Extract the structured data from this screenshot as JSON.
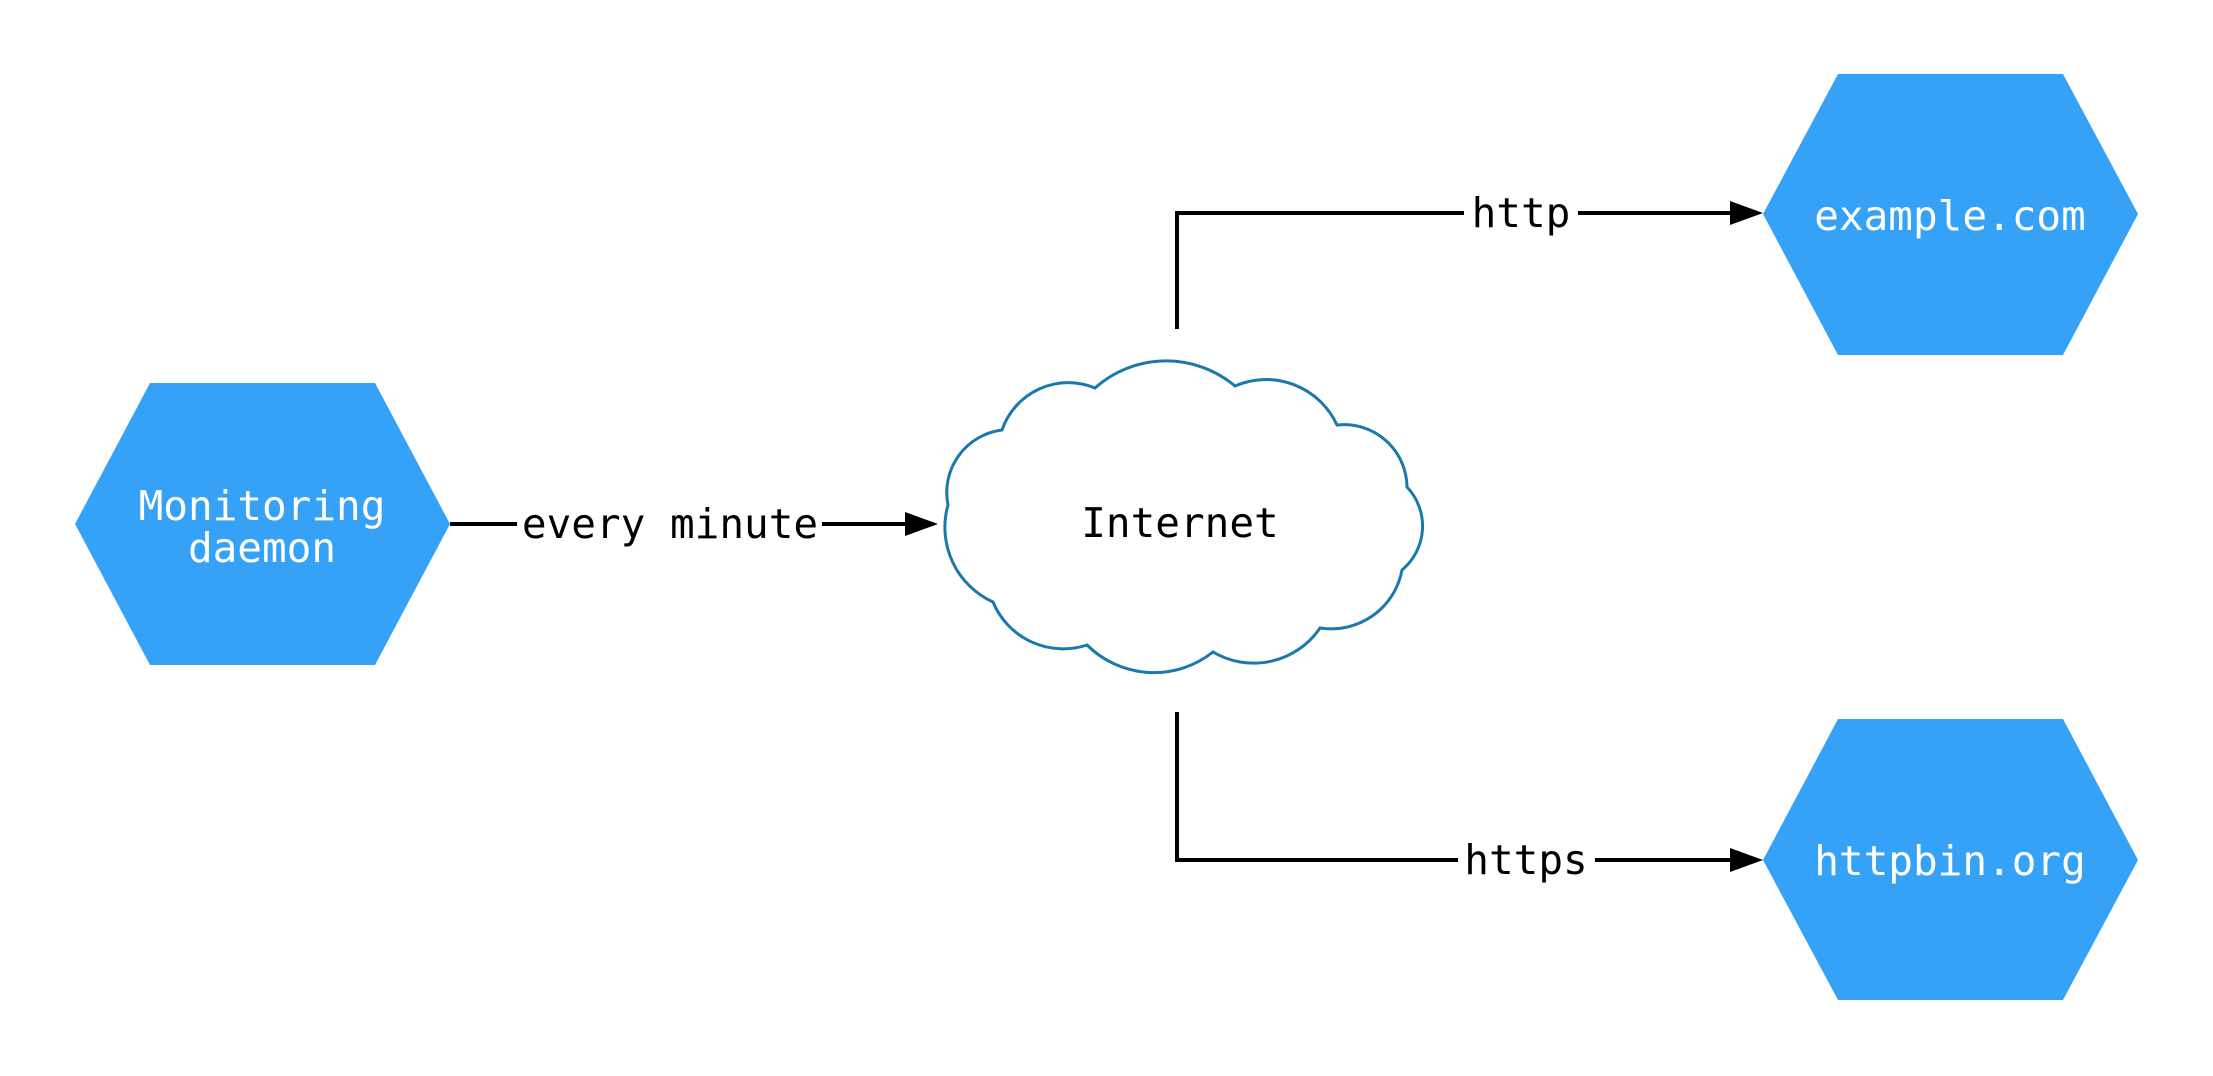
{
  "diagram": {
    "title": "monitoring-network-diagram",
    "colors": {
      "node_fill": "#35a2f8",
      "node_text": "#ffffff",
      "cloud_stroke": "#1a78ad",
      "cloud_fill": "#ffffff",
      "edge": "#000000",
      "edge_label_text": "#000000",
      "background": "#ffffff"
    },
    "nodes": {
      "monitoring_daemon": {
        "type": "hexagon",
        "label_line1": "Monitoring",
        "label_line2": "daemon"
      },
      "internet": {
        "type": "cloud",
        "label": "Internet"
      },
      "example_com": {
        "type": "hexagon",
        "label": "example.com"
      },
      "httpbin_org": {
        "type": "hexagon",
        "label": "httpbin.org"
      }
    },
    "edges": [
      {
        "from": "monitoring_daemon",
        "to": "internet",
        "label": "every minute"
      },
      {
        "from": "internet",
        "to": "example_com",
        "label": "http"
      },
      {
        "from": "internet",
        "to": "httpbin_org",
        "label": "https"
      }
    ]
  }
}
